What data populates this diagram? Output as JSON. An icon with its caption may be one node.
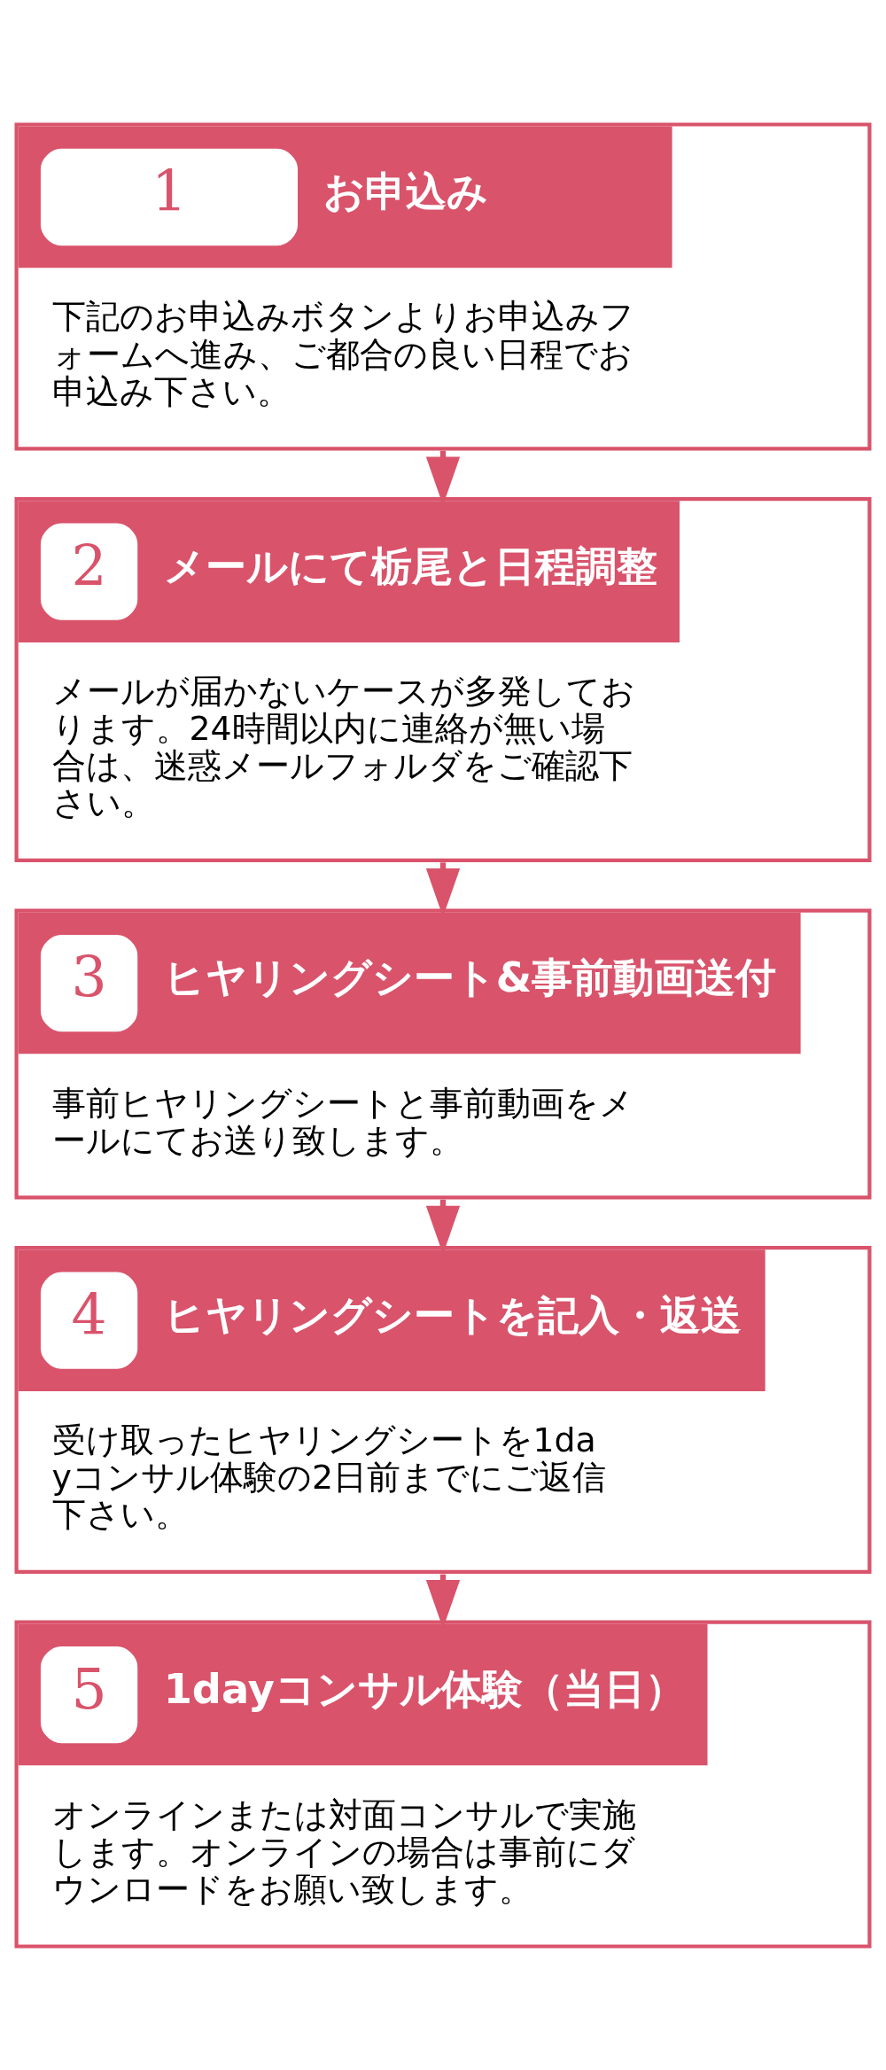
{
  "diagram": {
    "nodes": [
      {
        "text": [
          "1",
          "お申込み",
          "下記のお申込みボタンよりお申込みフォームへ進み、ご都合の良い日程でお申込み下さい。"
        ]
      },
      {
        "text": [
          "2",
          "メールにて栃尾と日程調整",
          "メールが届かないケースが多発しております。24時間以内に連絡が無い場合は、迷惑メールフォルダをご確認下さい。"
        ]
      },
      {
        "text": [
          "3",
          "ヒヤリングシート&事前動画送付",
          "事前ヒヤリングシートと事前動画をメールにてお送り致します。"
        ]
      },
      {
        "text": [
          "4",
          "ヒヤリングシートを記入・返送",
          "受け取ったヒヤリングシートを1dayコンサル体験の2日前までにご返信下さい。"
        ]
      },
      {
        "text": [
          "5",
          "1dayコンサル体験（当日）",
          "オンラインまたは対面コンサルで実施します。オンラインの場合は事前にダウンロードをお願い致します。"
        ]
      }
    ],
    "edges": [
      {
        "from": 0,
        "to": 1,
        "arrow": "to"
      },
      {
        "from": 1,
        "to": 2,
        "arrow": "to"
      },
      {
        "from": 2,
        "to": 3,
        "arrow": "to"
      },
      {
        "from": 3,
        "to": 4,
        "arrow": "to"
      }
    ]
  }
}
